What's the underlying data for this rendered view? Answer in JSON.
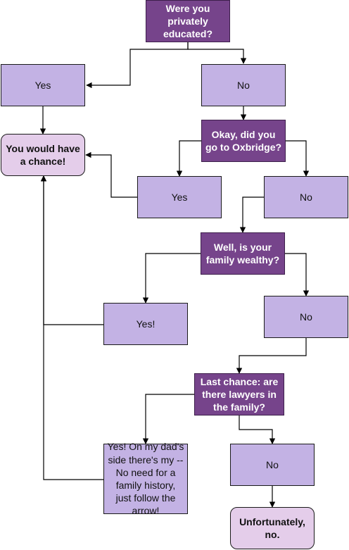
{
  "nodes": {
    "q1": "Were you privately educated?",
    "a_yes1": "Yes",
    "a_no1": "No",
    "end_chance": "You would have a chance!",
    "q2": "Okay, did you go to Oxbridge?",
    "a_yes2": "Yes",
    "a_no2": "No",
    "q3": "Well, is your family wealthy?",
    "a_yes3": "Yes!",
    "a_no3": "No",
    "q4": "Last chance: are there lawyers in the family?",
    "a_yes4": "Yes! On my dad's side there's my -- No need for a family history, just follow the arrow!",
    "a_no4": "No",
    "end_no": "Unfortunately, no."
  },
  "colors": {
    "question_fill": "#76448b",
    "answer_fill": "#c3b2e4",
    "terminal_fill": "#e4cdea"
  }
}
